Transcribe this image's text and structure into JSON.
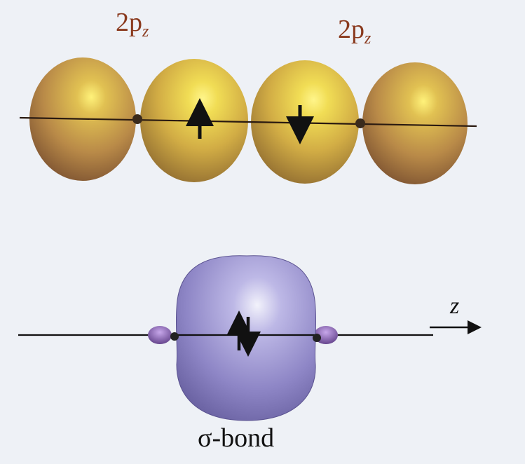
{
  "top": {
    "left_orbital": {
      "label": "2p",
      "subscript": "z",
      "spin": "up"
    },
    "right_orbital": {
      "label": "2p",
      "subscript": "z",
      "spin": "down"
    },
    "lobe_color": "#e8c84a"
  },
  "bottom": {
    "bond_label": "σ-bond",
    "axis_label": "z",
    "spins": "paired (↑↓)",
    "bond_color": "#8f86c8"
  }
}
